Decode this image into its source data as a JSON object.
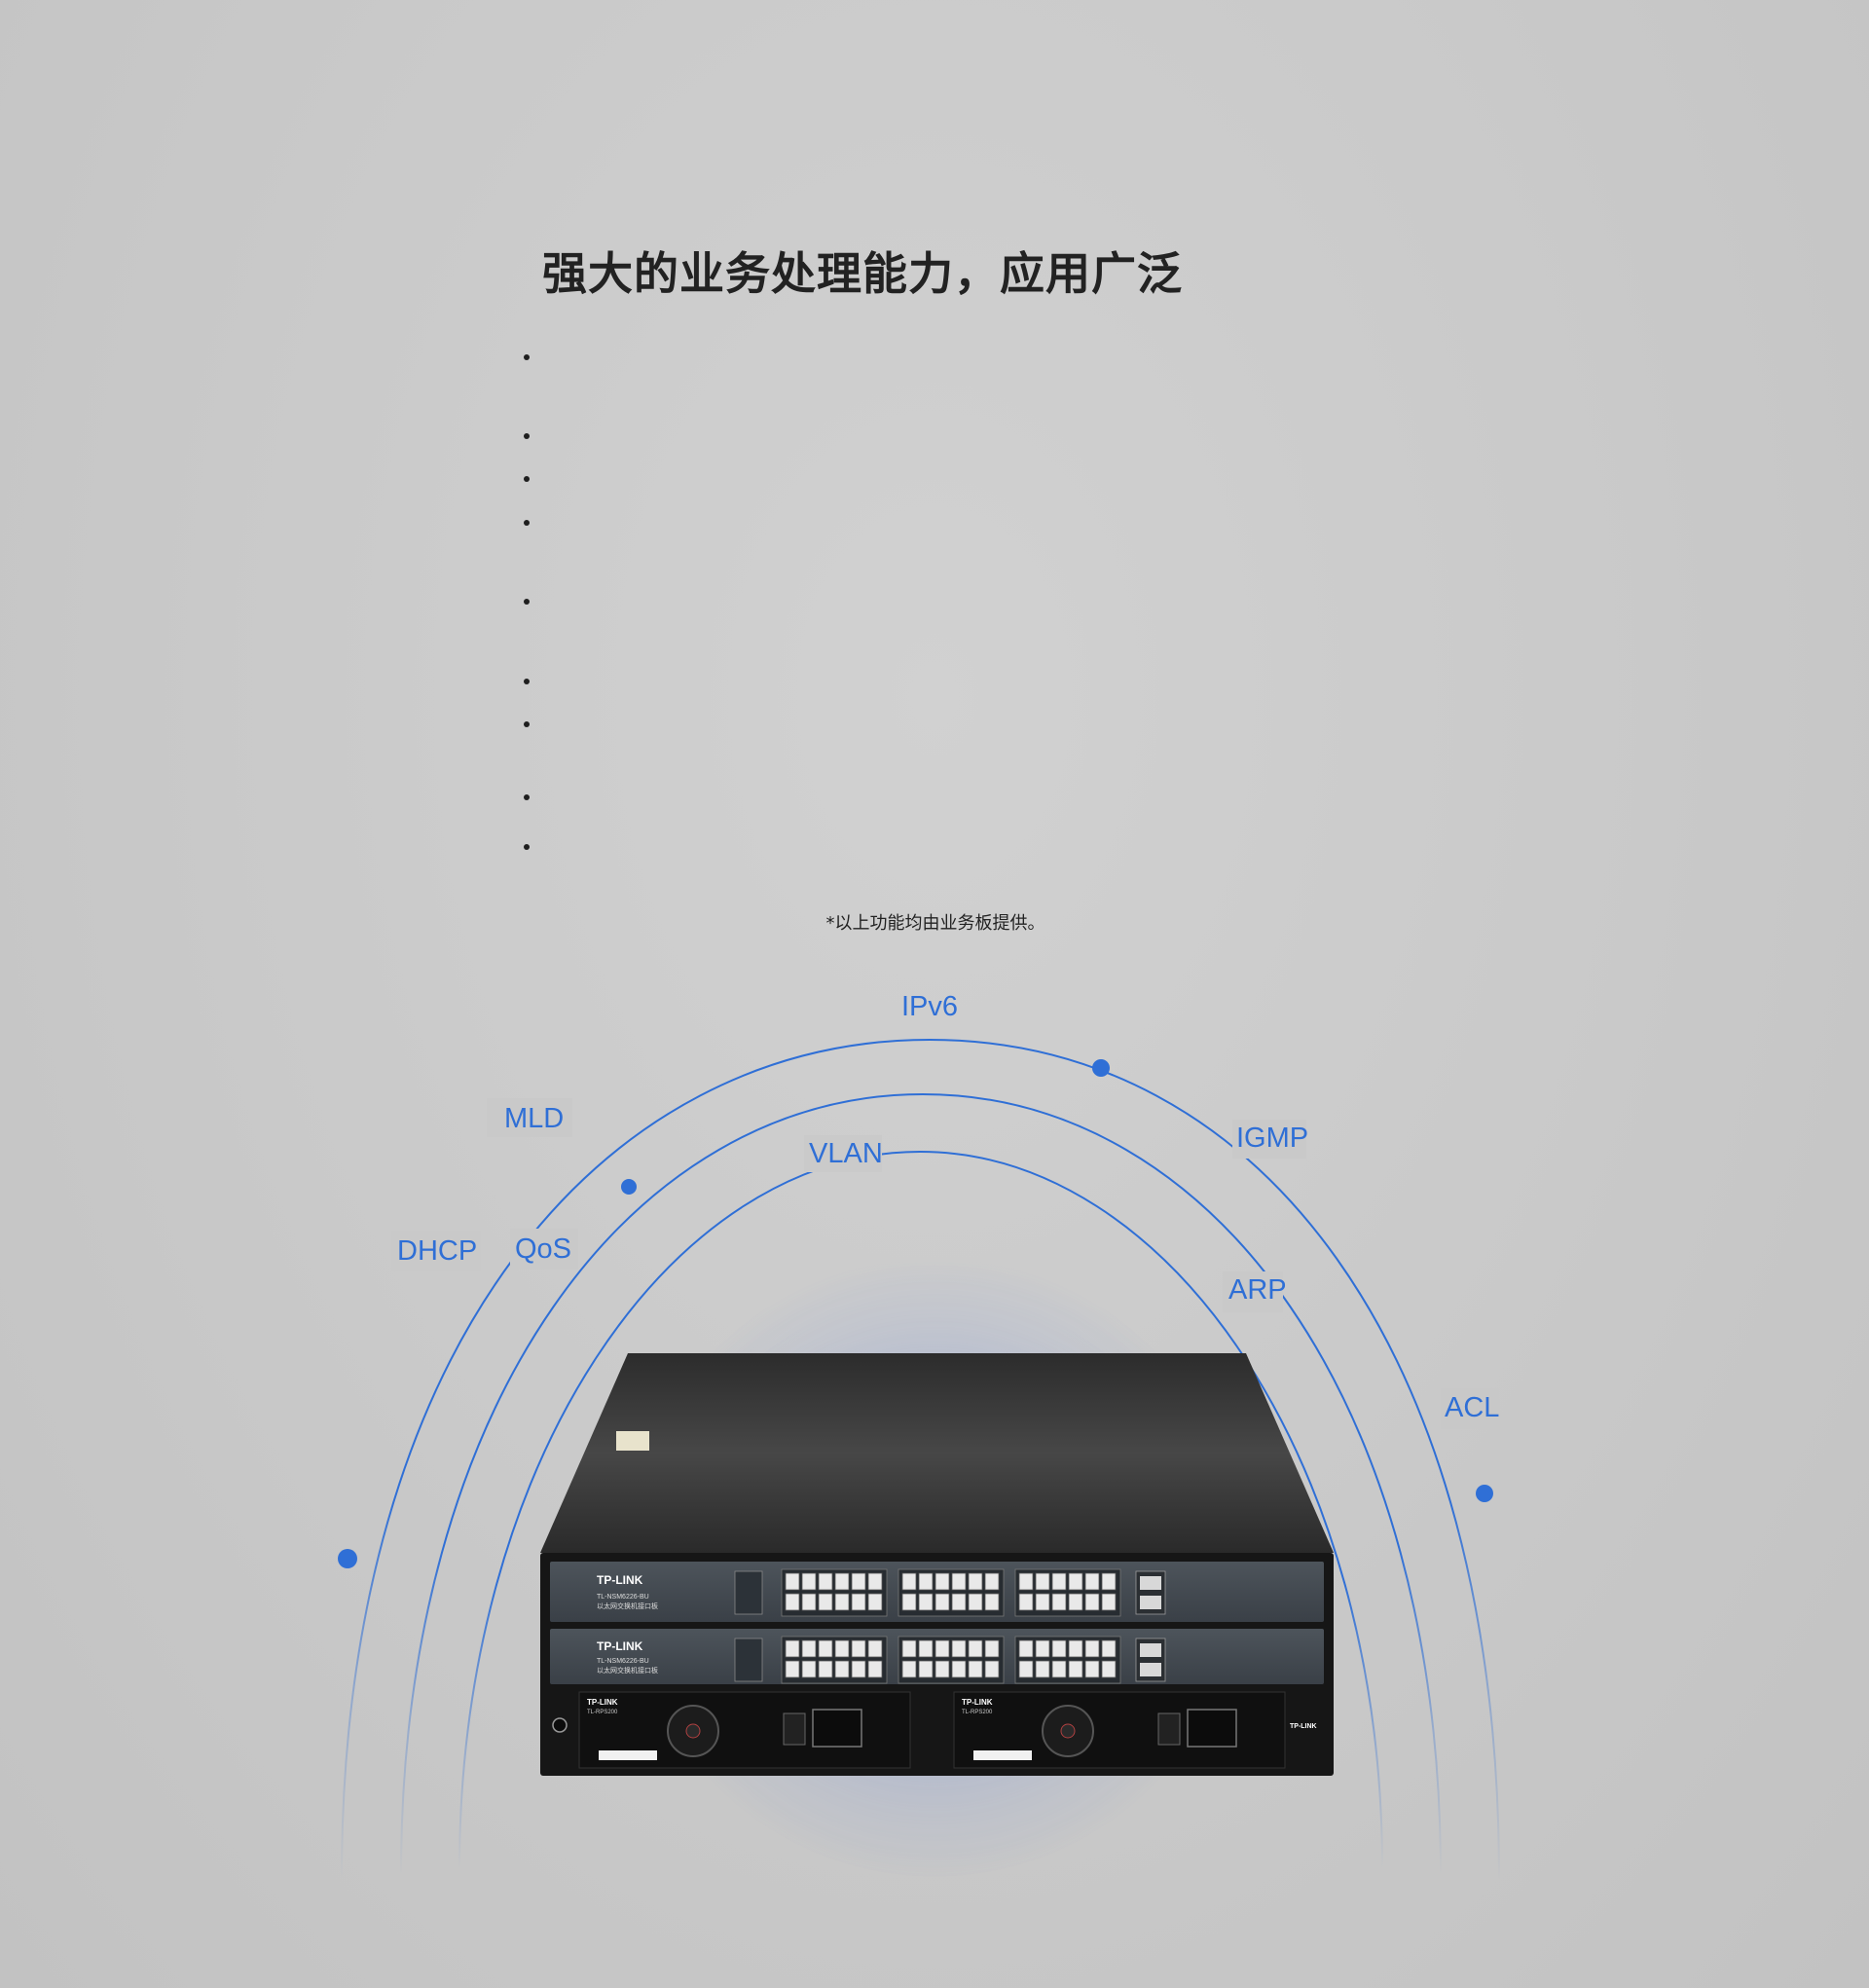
{
  "title": "强大的业务处理能力，应用广泛",
  "bullet_count": 9,
  "note": "*以上功能均由业务板提供。",
  "protocol_labels": {
    "ipv6": "IPv6",
    "mld": "MLD",
    "igmp": "IGMP",
    "vlan": "VLAN",
    "dhcp": "DHCP",
    "qos": "QoS",
    "arp": "ARP",
    "acl": "ACL"
  },
  "device": {
    "brand": "TP-LINK",
    "module_top": "TL-NSM6226-BU",
    "module_bottom": "TL-NSM6226-BU",
    "module_caption": "以太网交换机接口板",
    "psu_model": "TL-RPS200",
    "brand_small": "TP-LINK"
  },
  "colors": {
    "accent": "#2f6fd6",
    "background": "#c9c9c9",
    "device_body": "#1d1d1d"
  }
}
